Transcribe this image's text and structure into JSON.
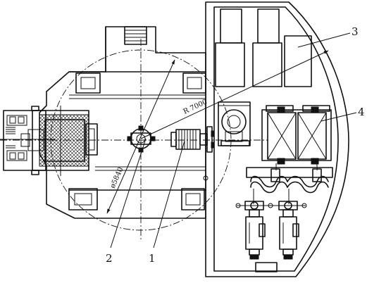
{
  "drawing": {
    "callouts": [
      "1",
      "2",
      "3",
      "4"
    ],
    "dimensions": {
      "diameter": "ø5840",
      "radius": "R 7000"
    }
  }
}
